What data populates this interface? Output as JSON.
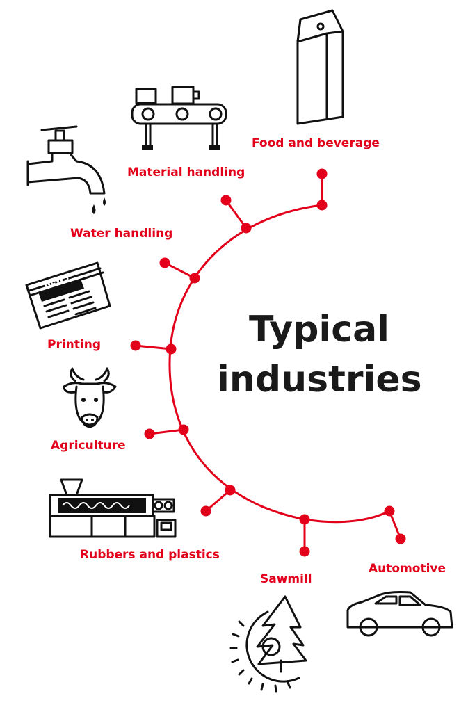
{
  "title": {
    "line1": "Typical",
    "line2": "industries"
  },
  "industries": [
    {
      "id": "food",
      "label": "Food and beverage",
      "icon": "milk-carton-icon"
    },
    {
      "id": "material",
      "label": "Material handling",
      "icon": "conveyor-icon"
    },
    {
      "id": "water",
      "label": "Water handling",
      "icon": "faucet-icon"
    },
    {
      "id": "printing",
      "label": "Printing",
      "icon": "newspaper-icon"
    },
    {
      "id": "agriculture",
      "label": "Agriculture",
      "icon": "cow-icon"
    },
    {
      "id": "rubbers",
      "label": "Rubbers and plastics",
      "icon": "extruder-icon"
    },
    {
      "id": "sawmill",
      "label": "Sawmill",
      "icon": "saw-tree-icon"
    },
    {
      "id": "automotive",
      "label": "Automotive",
      "icon": "car-icon"
    }
  ],
  "newspaper_masthead": "NEWS",
  "colors": {
    "accent": "#e2001a",
    "ink": "#111111"
  }
}
